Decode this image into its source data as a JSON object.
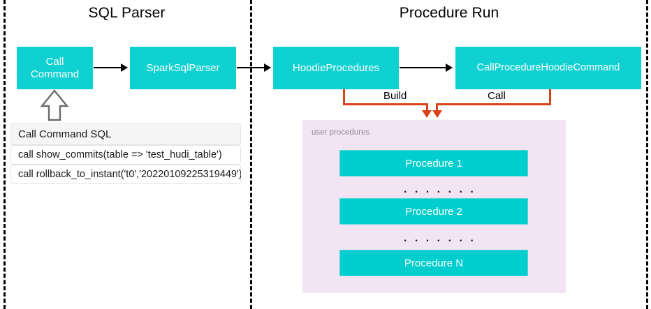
{
  "diagram": {
    "title_left": "SQL Parser",
    "title_right": "Procedure Run",
    "colors": {
      "node_fill": "#0FD1D1",
      "procedure_fill": "#00CDCD",
      "panel_fill": "#F3E4F3",
      "connector_orange": "#D84315",
      "divider": "#000000",
      "node_text": "#FFFFFF"
    }
  },
  "nodes": {
    "call_command": "Call\nCommand",
    "call_command_line1": "Call",
    "call_command_line2": "Command",
    "spark_sql_parser": "SparkSqlParser",
    "hoodie_procedures": "HoodieProcedures",
    "call_procedure_hoodie_command": "CallProcedureHoodieCommand"
  },
  "edges": {
    "build_label": "Build",
    "call_label": "Call"
  },
  "sql_card": {
    "header": "Call Command SQL",
    "rows": [
      "call show_commits(table => 'test_hudi_table')",
      "call rollback_to_instant('t0','20220109225319449')"
    ]
  },
  "procedures_panel": {
    "label": "user procedures",
    "items": [
      "Procedure 1",
      "Procedure 2",
      "Procedure N"
    ],
    "ellipsis": ". . . . . . ."
  }
}
